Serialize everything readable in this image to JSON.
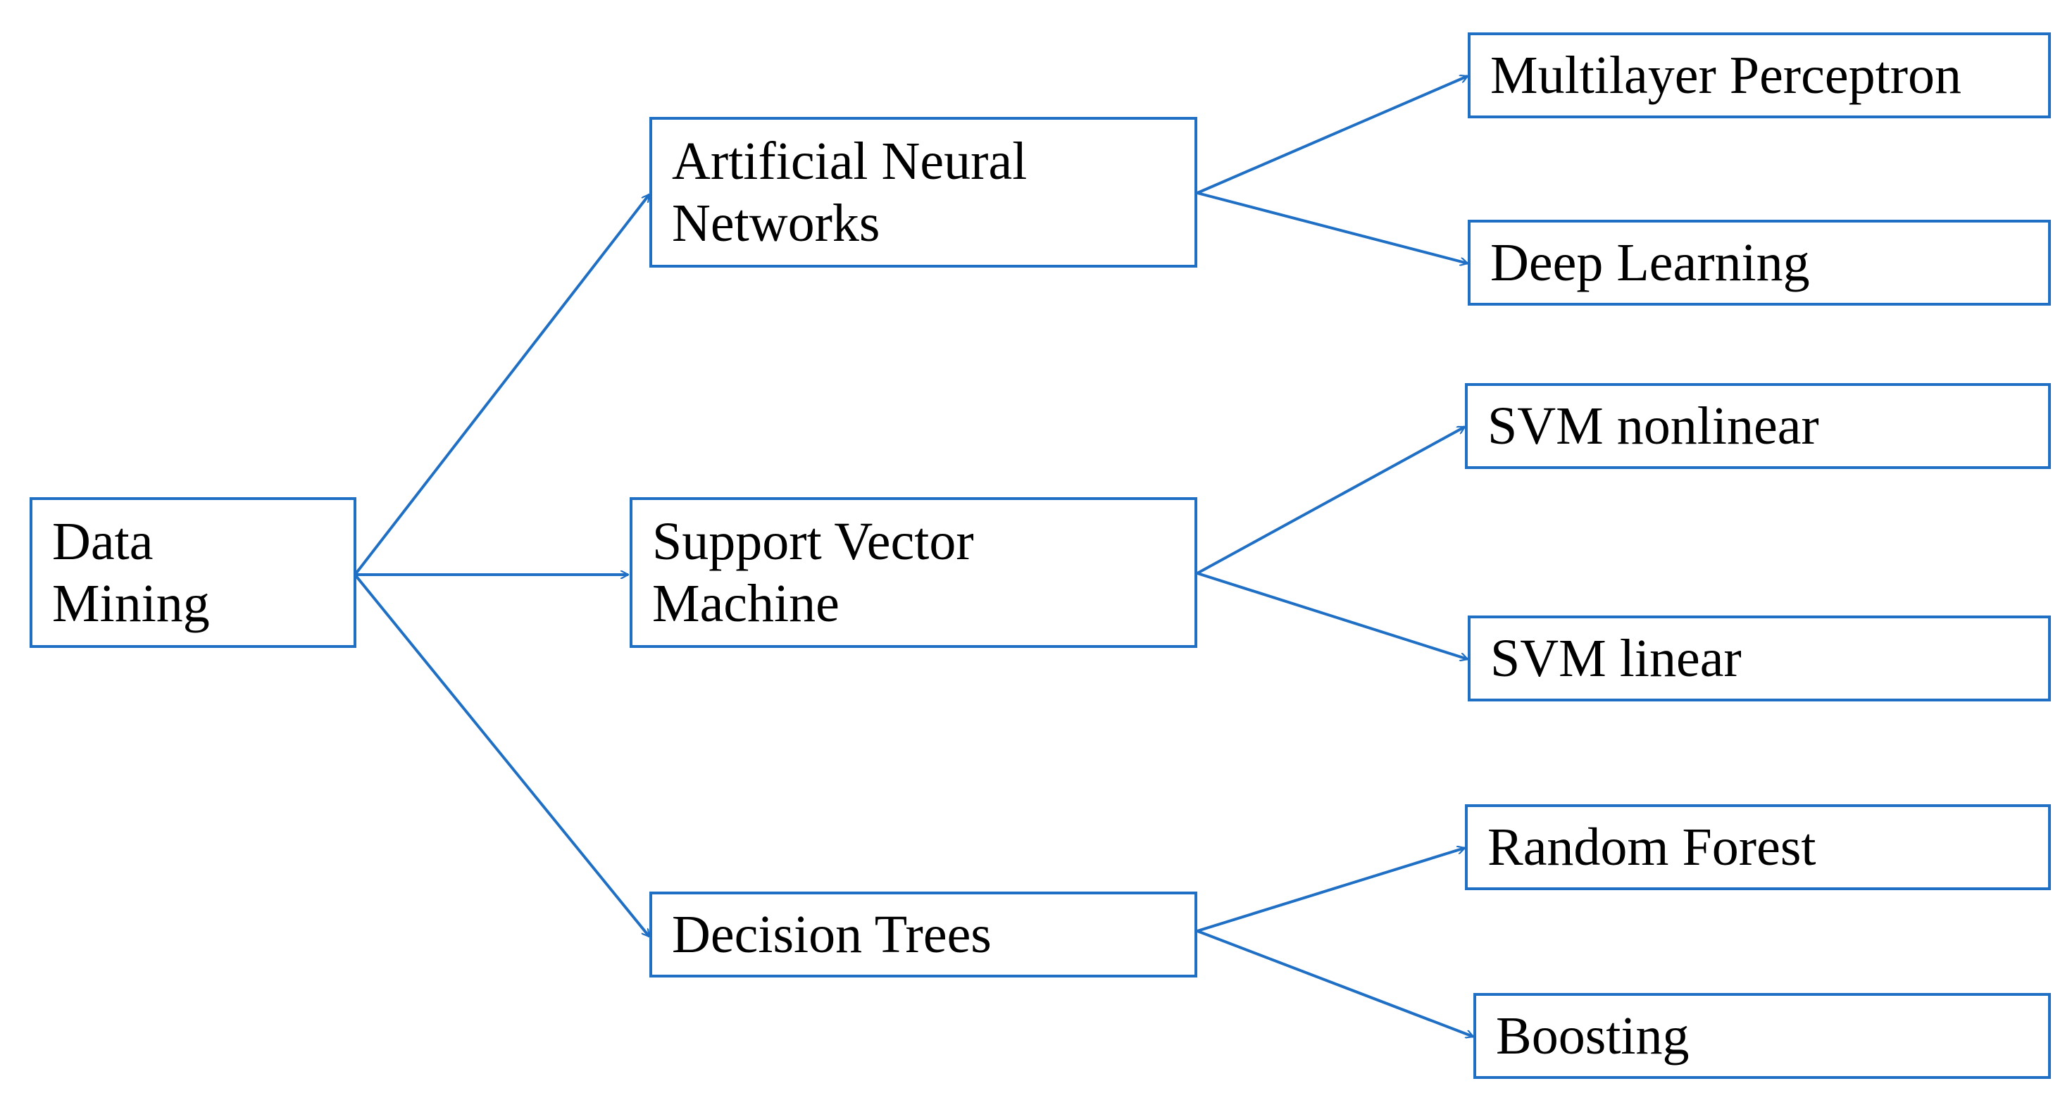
{
  "colors": {
    "line": "#1f6fc5",
    "text": "#000000",
    "background": "#ffffff"
  },
  "nodes": {
    "data_mining": {
      "line1": "Data",
      "line2": "Mining"
    },
    "ann": {
      "line1": "Artificial Neural",
      "line2": "Networks"
    },
    "svm": {
      "line1": "Support Vector",
      "line2": "Machine"
    },
    "dt": {
      "label": "Decision Trees"
    },
    "mlp": {
      "label": "Multilayer Perceptron"
    },
    "dl": {
      "label": "Deep Learning"
    },
    "svm_nonlinear": {
      "label": "SVM nonlinear"
    },
    "svm_linear": {
      "label": "SVM linear"
    },
    "rf": {
      "label": "Random Forest"
    },
    "boosting": {
      "label": "Boosting"
    }
  },
  "edges": [
    {
      "from": "data_mining",
      "to": "ann"
    },
    {
      "from": "data_mining",
      "to": "svm"
    },
    {
      "from": "data_mining",
      "to": "dt"
    },
    {
      "from": "ann",
      "to": "mlp"
    },
    {
      "from": "ann",
      "to": "dl"
    },
    {
      "from": "svm",
      "to": "svm_nonlinear"
    },
    {
      "from": "svm",
      "to": "svm_linear"
    },
    {
      "from": "dt",
      "to": "rf"
    },
    {
      "from": "dt",
      "to": "boosting"
    }
  ]
}
